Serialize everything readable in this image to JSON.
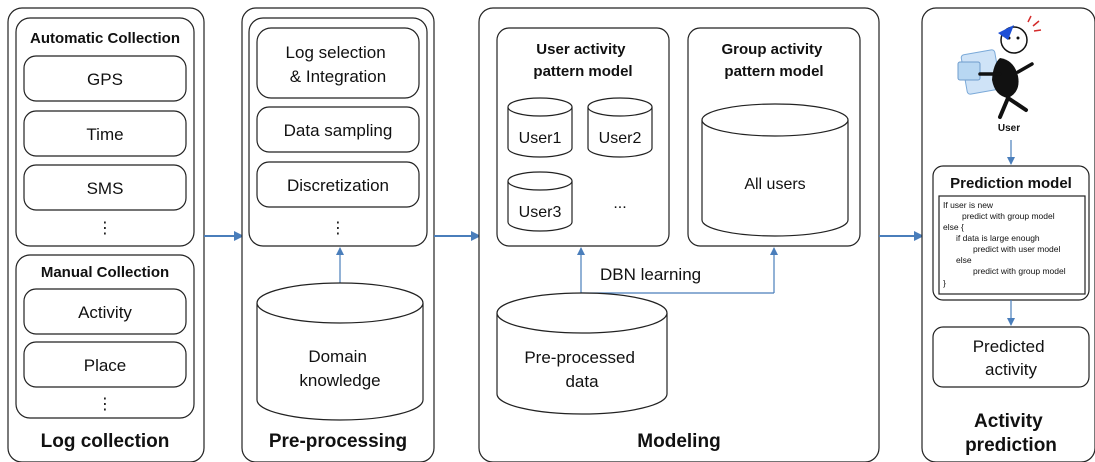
{
  "log_collection": {
    "title": "Log collection",
    "automatic": {
      "heading": "Automatic Collection",
      "items": [
        "GPS",
        "Time",
        "SMS"
      ],
      "more": "⋮"
    },
    "manual": {
      "heading": "Manual Collection",
      "items": [
        "Activity",
        "Place"
      ],
      "more": "⋮"
    }
  },
  "preprocessing": {
    "title": "Pre-processing",
    "steps": [
      "Log selection & Integration",
      "Data sampling",
      "Discretization"
    ],
    "more": "⋮",
    "domain_knowledge": "Domain knowledge"
  },
  "modeling": {
    "title": "Modeling",
    "user_model": {
      "heading": "User activity pattern model",
      "users": [
        "User1",
        "User2",
        "User3"
      ],
      "more": "..."
    },
    "group_model": {
      "heading": "Group activity pattern model",
      "db_label": "All users"
    },
    "dbn_label": "DBN learning",
    "preprocessed": "Pre-processed data"
  },
  "prediction": {
    "title": "Activity prediction",
    "user_label": "User",
    "model_heading": "Prediction model",
    "code_lines": [
      "If user is new",
      "predict with group model",
      "else {",
      "if data is large enough",
      "predict with user model",
      "else",
      "predict with group model",
      "}"
    ],
    "result": "Predicted activity"
  },
  "colors": {
    "arrow": "#4a7ebb",
    "stroke": "#222222"
  }
}
